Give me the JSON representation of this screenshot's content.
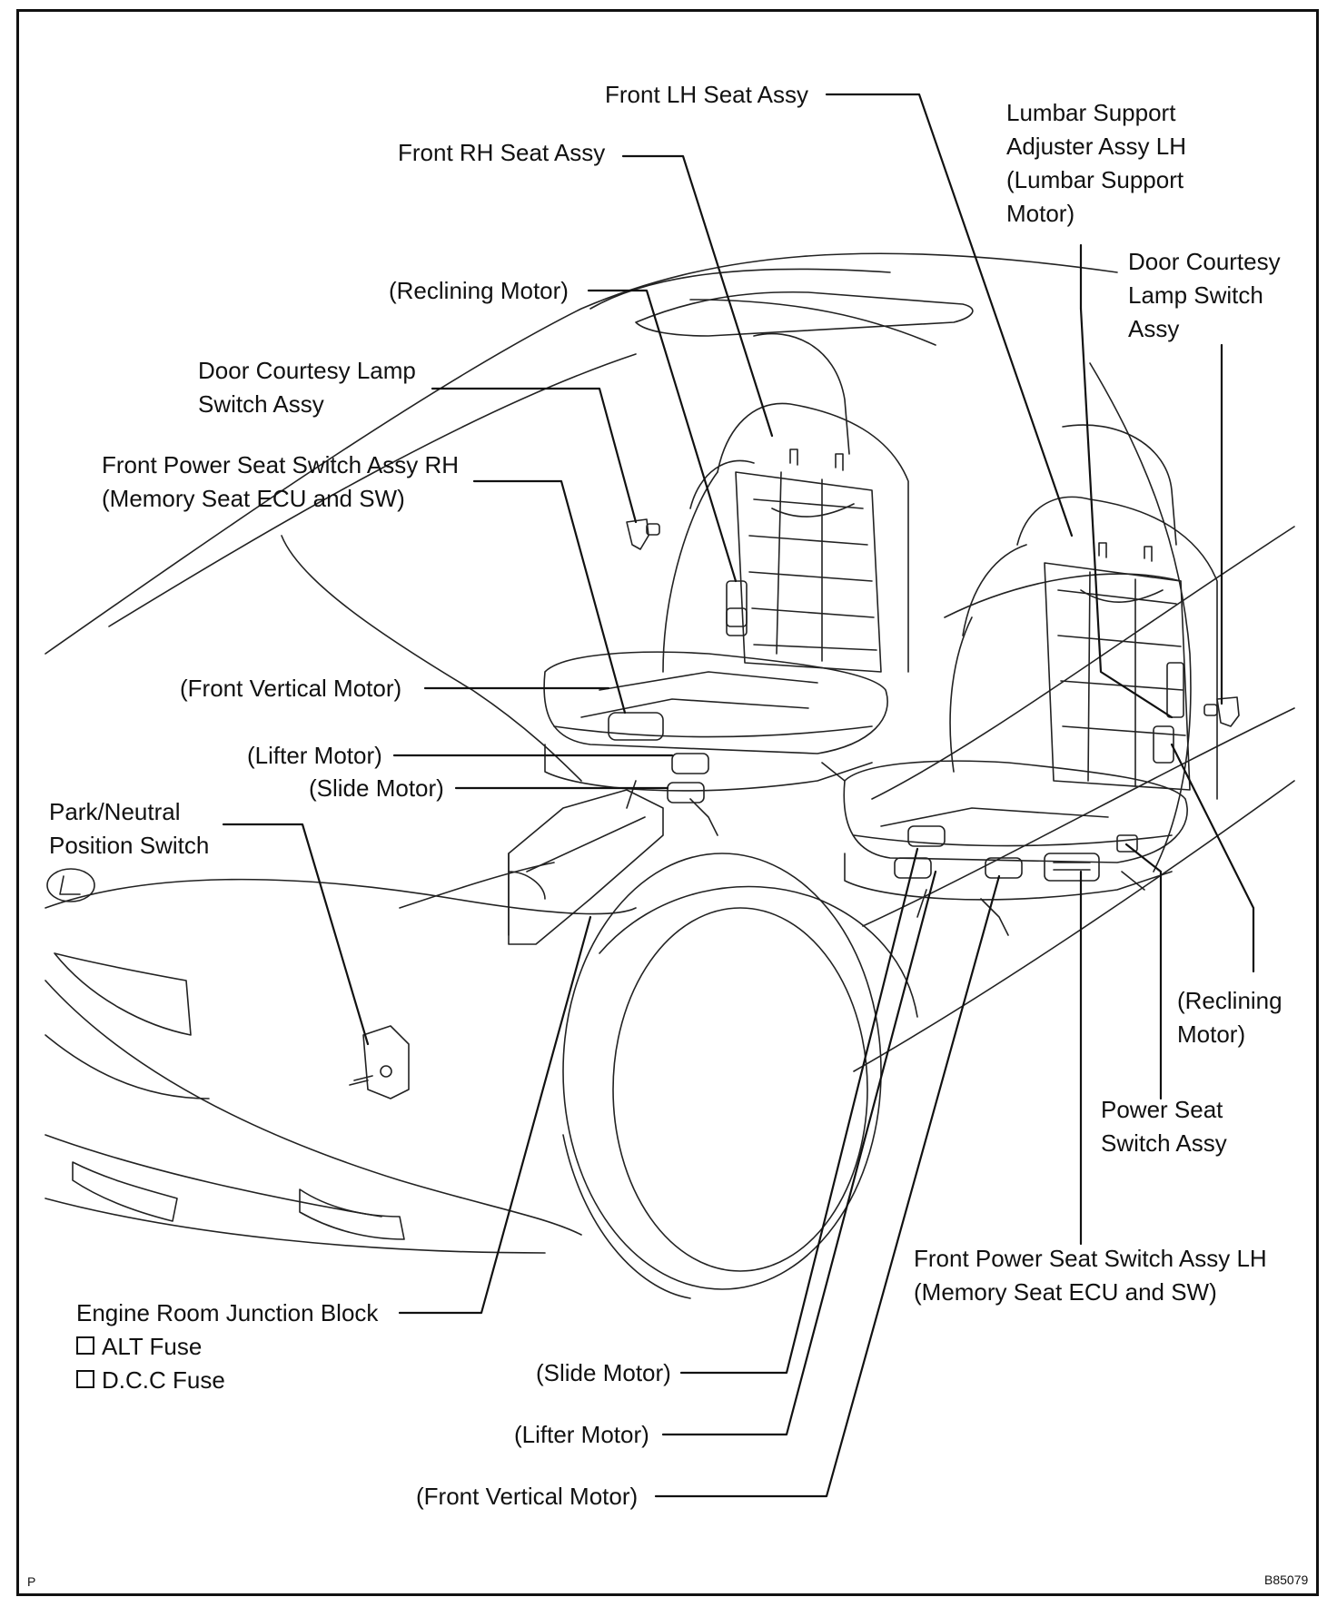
{
  "labels": {
    "front_lh_seat": "Front LH Seat Assy",
    "front_rh_seat": "Front RH Seat Assy",
    "lumbar": [
      "Lumbar Support",
      "Adjuster Assy LH",
      "(Lumbar Support",
      "Motor)"
    ],
    "door_courtesy_right": [
      "Door Courtesy",
      "Lamp Switch",
      "Assy"
    ],
    "reclining_motor_rh": "(Reclining Motor)",
    "door_courtesy_left": [
      "Door Courtesy Lamp",
      "Switch Assy"
    ],
    "power_seat_switch_rh": [
      "Front Power Seat Switch Assy RH",
      "(Memory Seat ECU and SW)"
    ],
    "front_vertical_motor_top": "(Front Vertical Motor)",
    "lifter_motor_top": "(Lifter Motor)",
    "slide_motor_top": "(Slide Motor)",
    "park_neutral": [
      "Park/Neutral",
      "Position Switch"
    ],
    "reclining_motor_lh": [
      "(Reclining",
      "Motor)"
    ],
    "power_seat_switch": [
      "Power Seat",
      "Switch Assy"
    ],
    "power_seat_switch_lh": [
      "Front Power Seat Switch Assy LH",
      "(Memory Seat ECU and SW)"
    ],
    "junction_block": "Engine Room Junction Block",
    "fuses": [
      "ALT Fuse",
      "D.C.C Fuse"
    ],
    "slide_motor_bottom": "(Slide Motor)",
    "lifter_motor_bottom": "(Lifter Motor)",
    "front_vertical_motor_bottom": "(Front Vertical Motor)"
  },
  "corner_left": "P",
  "figure_code": "B85079"
}
